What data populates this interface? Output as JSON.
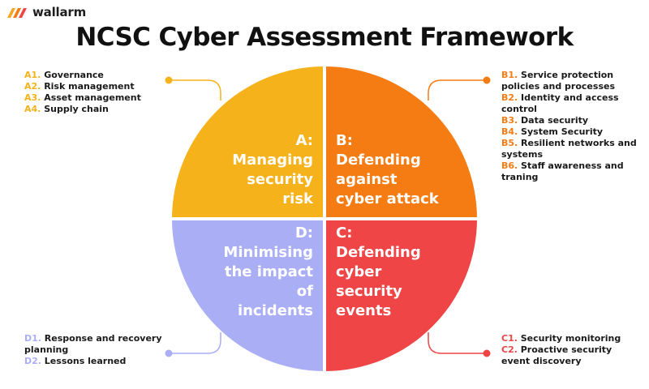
{
  "brand": {
    "name": "wallarm"
  },
  "title": "NCSC Cyber Assessment Framework",
  "quadrants": {
    "a": {
      "text": "A:\nManaging\nsecurity\nrisk",
      "color": "#f6b21b"
    },
    "b": {
      "text": "B:\nDefending\nagainst\ncyber attack",
      "color": "#f57c13"
    },
    "c": {
      "text": "C:\nDefending\ncyber\nsecurity\nevents",
      "color": "#ef4546"
    },
    "d": {
      "text": "D:\nMinimising\nthe impact\nof\nincidents",
      "color": "#aaaef5"
    }
  },
  "lists": {
    "a": [
      {
        "code": "A1.",
        "text": " Governance"
      },
      {
        "code": "A2.",
        "text": " Risk management"
      },
      {
        "code": "A3.",
        "text": " Asset management"
      },
      {
        "code": "A4.",
        "text": " Supply chain"
      }
    ],
    "b": [
      {
        "code": "B1.",
        "text": " Service protection policies and processes"
      },
      {
        "code": "B2.",
        "text": " Identity and access control"
      },
      {
        "code": "B3.",
        "text": " Data security"
      },
      {
        "code": "B4.",
        "text": " System Security"
      },
      {
        "code": "B5.",
        "text": " Resilient networks and systems"
      },
      {
        "code": "B6.",
        "text": " Staff awareness and traning"
      }
    ],
    "c": [
      {
        "code": "C1.",
        "text": " Security monitoring"
      },
      {
        "code": "C2.",
        "text": " Proactive security event discovery"
      }
    ],
    "d": [
      {
        "code": "D1.",
        "text": " Response and recovery planning"
      },
      {
        "code": "D2.",
        "text": " Lessons learned"
      }
    ]
  }
}
